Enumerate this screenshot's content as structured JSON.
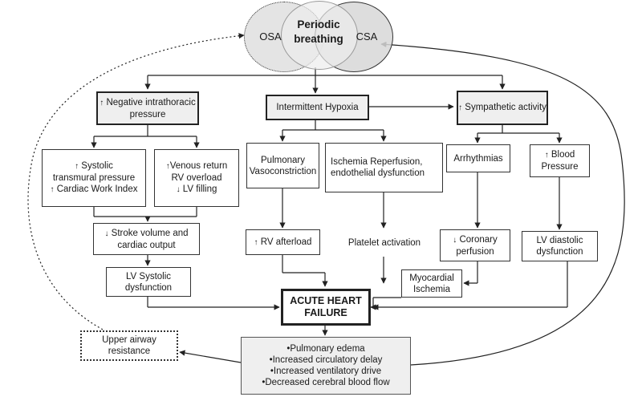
{
  "venn": {
    "left": "OSA",
    "center": "Periodic breathing",
    "right": "CSA"
  },
  "row1": {
    "negative": {
      "arrow": "↑",
      "text": "Negative intrathoracic pressure"
    },
    "hypoxia": "Intermittent Hypoxia",
    "sympathetic": {
      "arrow": "↑",
      "text": "Sympathetic activity"
    }
  },
  "row2": {
    "systolic": {
      "arrow": "↑",
      "line1": "Systolic",
      "line2": "transmural pressure",
      "arrow2": "↑",
      "line3": "Cardiac Work Index"
    },
    "venous": {
      "arrow": "↑",
      "line1": "Venous return",
      "line2": "RV overload",
      "arrow2": "↓",
      "line3": "LV filling"
    },
    "pulmonary_vaso": "Pulmonary Vasoconstriction",
    "ischemia": "Ischemia Reperfusion, endothelial dysfunction",
    "arrhythmias": "Arrhythmias",
    "blood_pressure": {
      "arrow": "↑",
      "text": "Blood Pressure"
    }
  },
  "row3": {
    "stroke": {
      "arrow": "↓",
      "text": "Stroke volume and cardiac output"
    },
    "rv_afterload": {
      "arrow": "↑",
      "text": "RV afterload"
    },
    "platelet": "Platelet activation",
    "coronary": {
      "arrow": "↓",
      "text": "Coronary perfusion"
    },
    "lv_diastolic": "LV diastolic dysfunction"
  },
  "row4": {
    "lv_systolic": "LV Systolic dysfunction",
    "myocardial": "Myocardial Ischemia"
  },
  "ahf": "ACUTE HEART FAILURE",
  "upper_airway": "Upper airway resistance",
  "consequences": [
    "•Pulmonary edema",
    "•Increased circulatory delay",
    "•Increased ventilatory drive",
    "•Decreased cerebral blood flow"
  ]
}
